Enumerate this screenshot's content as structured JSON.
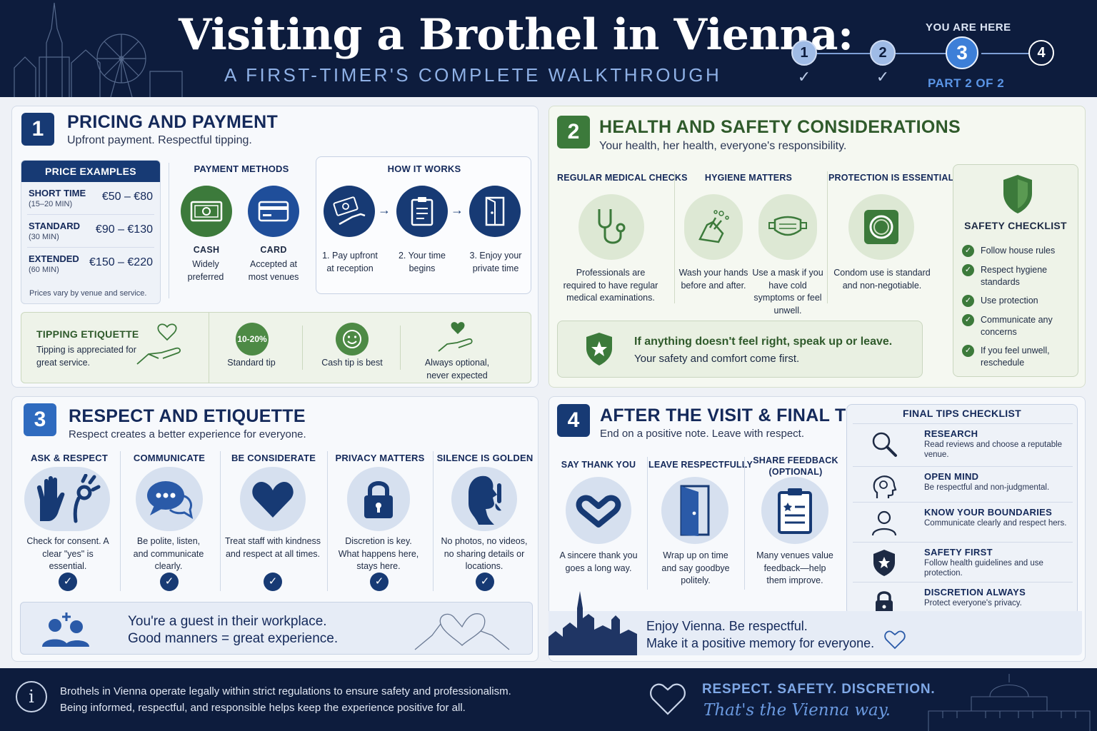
{
  "header": {
    "title": "Visiting a Brothel in Vienna:",
    "subtitle": "A FIRST-TIMER'S COMPLETE WALKTHROUGH",
    "you_are_here": "YOU ARE HERE",
    "steps": [
      "1",
      "2",
      "3",
      "4"
    ],
    "current_step": 3,
    "part_label": "PART 2 OF 2"
  },
  "pricing": {
    "number": "1",
    "title": "PRICING AND PAYMENT",
    "subtitle": "Upfront payment. Respectful tipping.",
    "price_header": "PRICE EXAMPLES",
    "prices": [
      {
        "name": "SHORT TIME",
        "duration": "(15–20 MIN)",
        "price": "€50 – €80"
      },
      {
        "name": "STANDARD",
        "duration": "(30 MIN)",
        "price": "€90 – €130"
      },
      {
        "name": "EXTENDED",
        "duration": "(60 MIN)",
        "price": "€150 – €220"
      }
    ],
    "price_note": "Prices vary by venue and service.",
    "payment_header": "PAYMENT METHODS",
    "payment_methods": [
      {
        "label": "CASH",
        "desc": "Widely preferred"
      },
      {
        "label": "CARD",
        "desc": "Accepted at most venues"
      }
    ],
    "how_header": "HOW IT WORKS",
    "how_steps": [
      "1. Pay upfront at reception",
      "2. Your time begins",
      "3. Enjoy your private time"
    ],
    "tipping_title": "TIPPING ETIQUETTE",
    "tipping_desc": "Tipping is appreciated for great service.",
    "tip_badge": "10-20%",
    "tips": [
      "Standard tip",
      "Cash tip is best",
      "Always optional, never expected"
    ]
  },
  "health": {
    "number": "2",
    "title": "HEALTH AND SAFETY CONSIDERATIONS",
    "subtitle": "Your health, her health, everyone's responsibility.",
    "columns": [
      {
        "head": "REGULAR MEDICAL CHECKS",
        "captions": [
          "Professionals are required to have regular medical examinations."
        ]
      },
      {
        "head": "HYGIENE MATTERS",
        "captions": [
          "Wash your hands before and after.",
          "Use a mask if you have cold symptoms or feel unwell."
        ]
      },
      {
        "head": "PROTECTION IS ESSENTIAL",
        "captions": [
          "Condom use is standard and non-negotiable."
        ]
      }
    ],
    "alert_title": "If anything doesn't feel right, speak up or leave.",
    "alert_sub": "Your safety and comfort come first.",
    "checklist_title": "SAFETY CHECKLIST",
    "checklist": [
      "Follow house rules",
      "Respect hygiene standards",
      "Use protection",
      "Communicate any concerns",
      "If you feel unwell, reschedule"
    ]
  },
  "respect": {
    "number": "3",
    "title": "RESPECT AND ETIQUETTE",
    "subtitle": "Respect creates a better experience for everyone.",
    "columns": [
      {
        "head": "ASK & RESPECT",
        "caption": "Check for consent. A clear \"yes\" is essential."
      },
      {
        "head": "COMMUNICATE",
        "caption": "Be polite, listen, and communicate clearly."
      },
      {
        "head": "BE CONSIDERATE",
        "caption": "Treat staff with kindness and respect at all times."
      },
      {
        "head": "PRIVACY MATTERS",
        "caption": "Discretion is key. What happens here, stays here."
      },
      {
        "head": "SILENCE IS GOLDEN",
        "caption": "No photos, no videos, no sharing details or locations."
      }
    ],
    "guest_line1": "You're a guest in their workplace.",
    "guest_line2": "Good manners = great experience."
  },
  "after": {
    "number": "4",
    "title": "AFTER THE VISIT & FINAL TIPS",
    "subtitle": "End on a positive note. Leave with respect.",
    "columns": [
      {
        "head": "SAY THANK YOU",
        "caption": "A sincere thank you goes a long way."
      },
      {
        "head": "LEAVE RESPECTFULLY",
        "caption": "Wrap up on time and say goodbye politely."
      },
      {
        "head": "SHARE FEEDBACK (OPTIONAL)",
        "caption": "Many venues value feedback—help them improve."
      }
    ],
    "final_header": "FINAL TIPS CHECKLIST",
    "final_tips": [
      {
        "title": "RESEARCH",
        "desc": "Read reviews and choose a reputable venue.",
        "icon": "magnifier-icon"
      },
      {
        "title": "OPEN MIND",
        "desc": "Be respectful and non-judgmental.",
        "icon": "brain-icon"
      },
      {
        "title": "KNOW YOUR BOUNDARIES",
        "desc": "Communicate clearly and respect hers.",
        "icon": "person-icon"
      },
      {
        "title": "SAFETY FIRST",
        "desc": "Follow health guidelines and use protection.",
        "icon": "shield-icon"
      },
      {
        "title": "DISCRETION ALWAYS",
        "desc": "Protect everyone's privacy.",
        "icon": "lock-icon"
      }
    ],
    "enjoy_line1": "Enjoy Vienna. Be respectful.",
    "enjoy_line2": "Make it a positive memory for everyone."
  },
  "footer": {
    "line1": "Brothels in Vienna operate legally within strict regulations to ensure safety and professionalism.",
    "line2": "Being informed, respectful, and responsible helps keep the experience positive for all.",
    "motto": "RESPECT. SAFETY. DISCRETION.",
    "tagline": "That's the Vienna way."
  },
  "colors": {
    "navy": "#0d1c3d",
    "blue": "#173a74",
    "accent_blue": "#3d7fd8",
    "green": "#3c7a3b"
  }
}
